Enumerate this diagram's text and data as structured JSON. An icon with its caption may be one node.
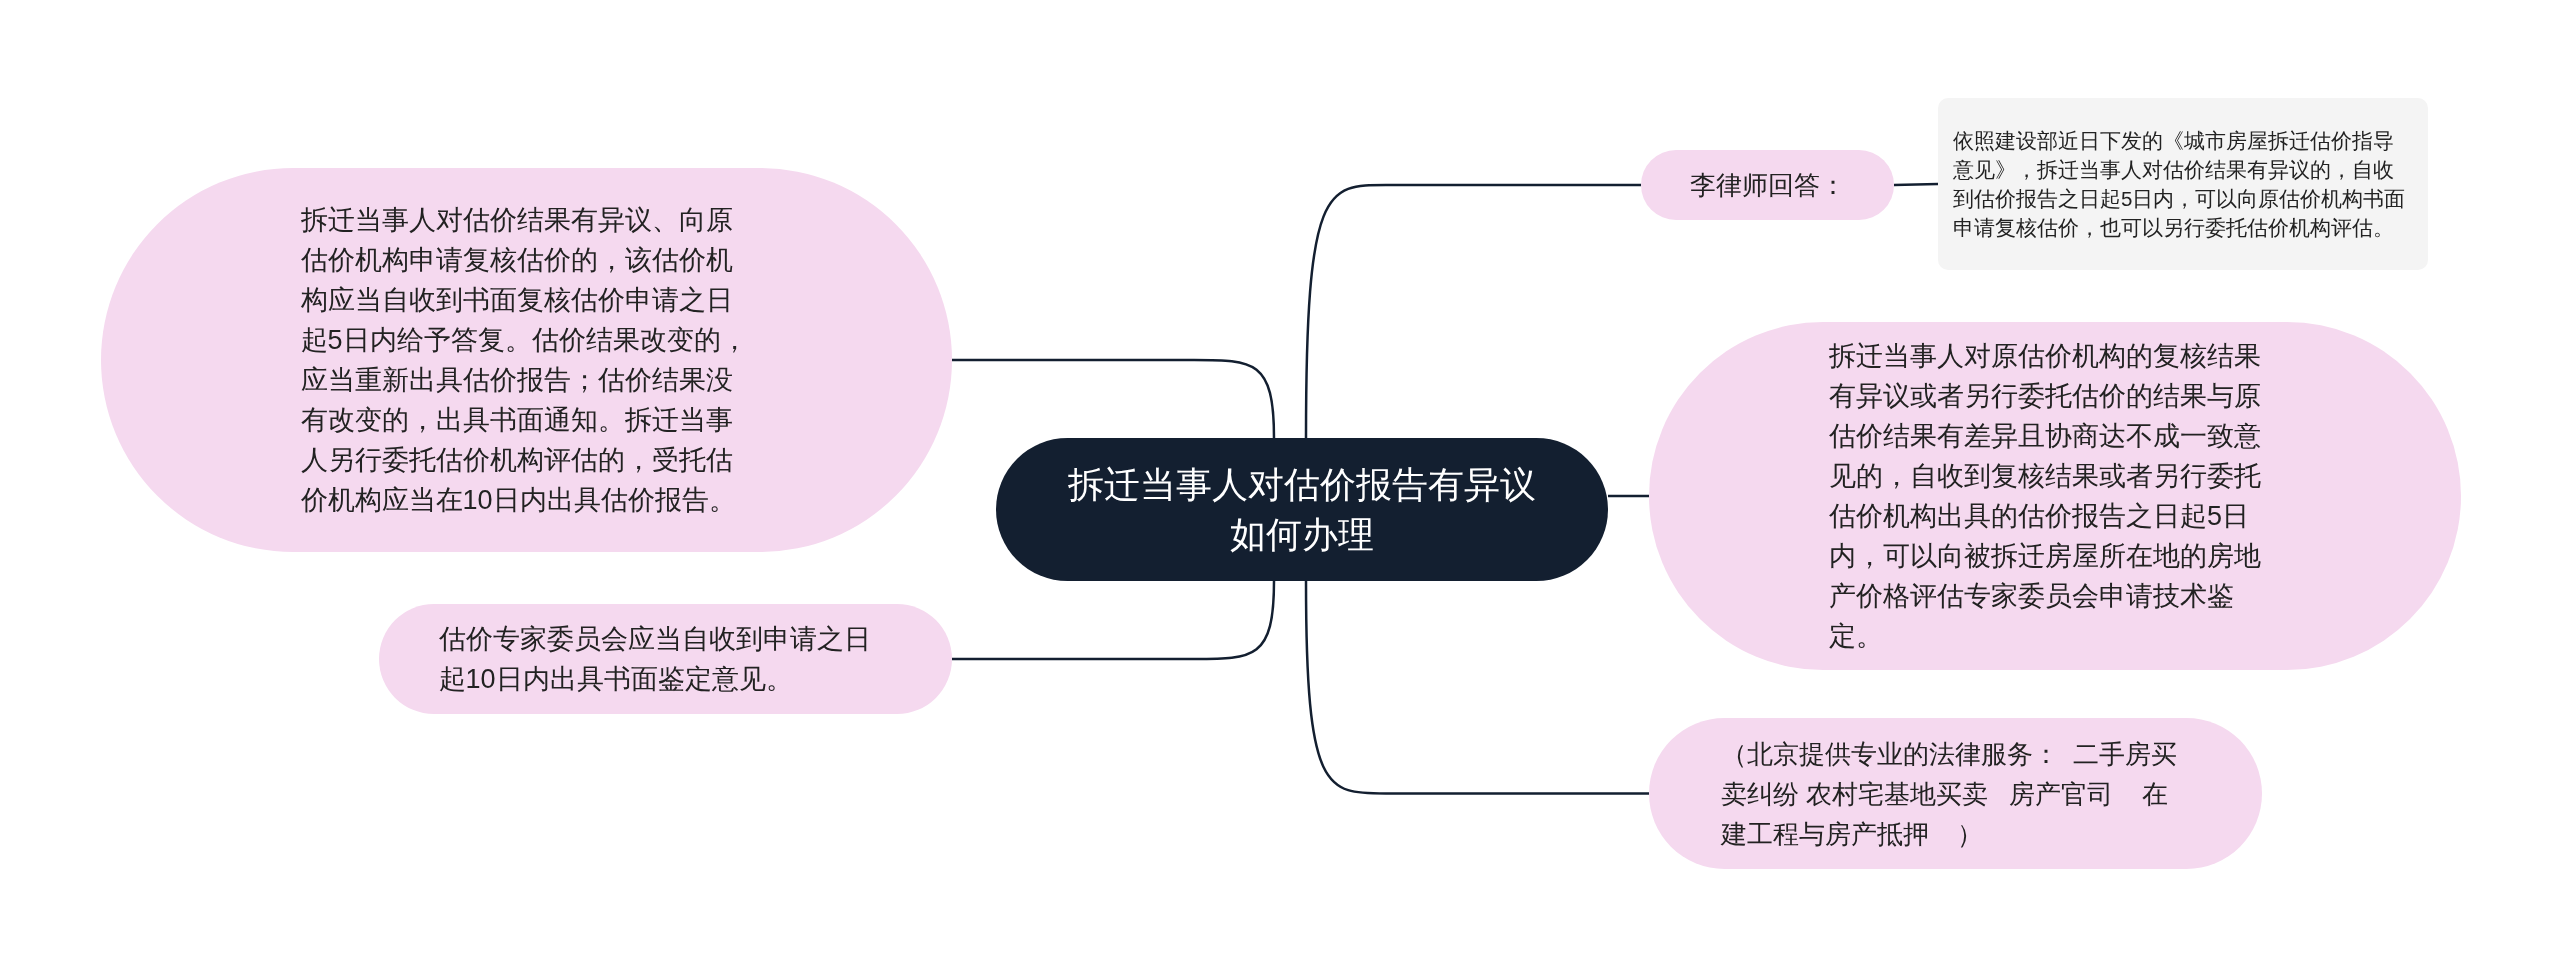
{
  "diagram": {
    "nodes": [
      {
        "text": [
          "拆迁当事人对估价报告有异议如何办理"
        ]
      },
      {
        "text": [
          "拆迁当事人对估价结果有异议、向原估价机构申请复核估价的，该估价机构应当自收到书面复核估价申请之日起5日内给予答复。估价结果改变的，应当重新出具估价报告；估价结果没有改变的，出具书面通知。拆迁当事人另行委托估价机构评估的，受托估价机构应当在10日内出具估价报告。"
        ]
      },
      {
        "text": [
          "估价专家委员会应当自收到申请之日起10日内出具书面鉴定意见。"
        ]
      },
      {
        "text": [
          "李律师回答："
        ]
      },
      {
        "text": [
          "依照建设部近日下发的《城市房屋拆迁估价指导意见》，拆迁当事人对估价结果有异议的，自收到估价报告之日起5日内，可以向原估价机构书面申请复核估价，也可以另行委托估价机构评估。"
        ]
      },
      {
        "text": [
          "拆迁当事人对原估价机构的复核结果有异议或者另行委托估价的结果与原估价结果有差异且协商达不成一致意见的，自收到复核结果或者另行委托估价机构出具的估价报告之日起5日内，可以向被拆迁房屋所在地的房地产价格评估专家委员会申请技术鉴定。"
        ]
      },
      {
        "text": [
          "（北京提供专业的法律服务：  二手房买卖纠纷 农村宅基地买卖   房产官司    在建工程与房产抵押    ）"
        ]
      }
    ],
    "edges": [
      {
        "from": 0,
        "to": 1,
        "arrow": "none"
      },
      {
        "from": 0,
        "to": 2,
        "arrow": "none"
      },
      {
        "from": 0,
        "to": 3,
        "arrow": "none"
      },
      {
        "from": 3,
        "to": 4,
        "arrow": "none"
      },
      {
        "from": 0,
        "to": 5,
        "arrow": "none"
      },
      {
        "from": 0,
        "to": 6,
        "arrow": "none"
      }
    ]
  }
}
